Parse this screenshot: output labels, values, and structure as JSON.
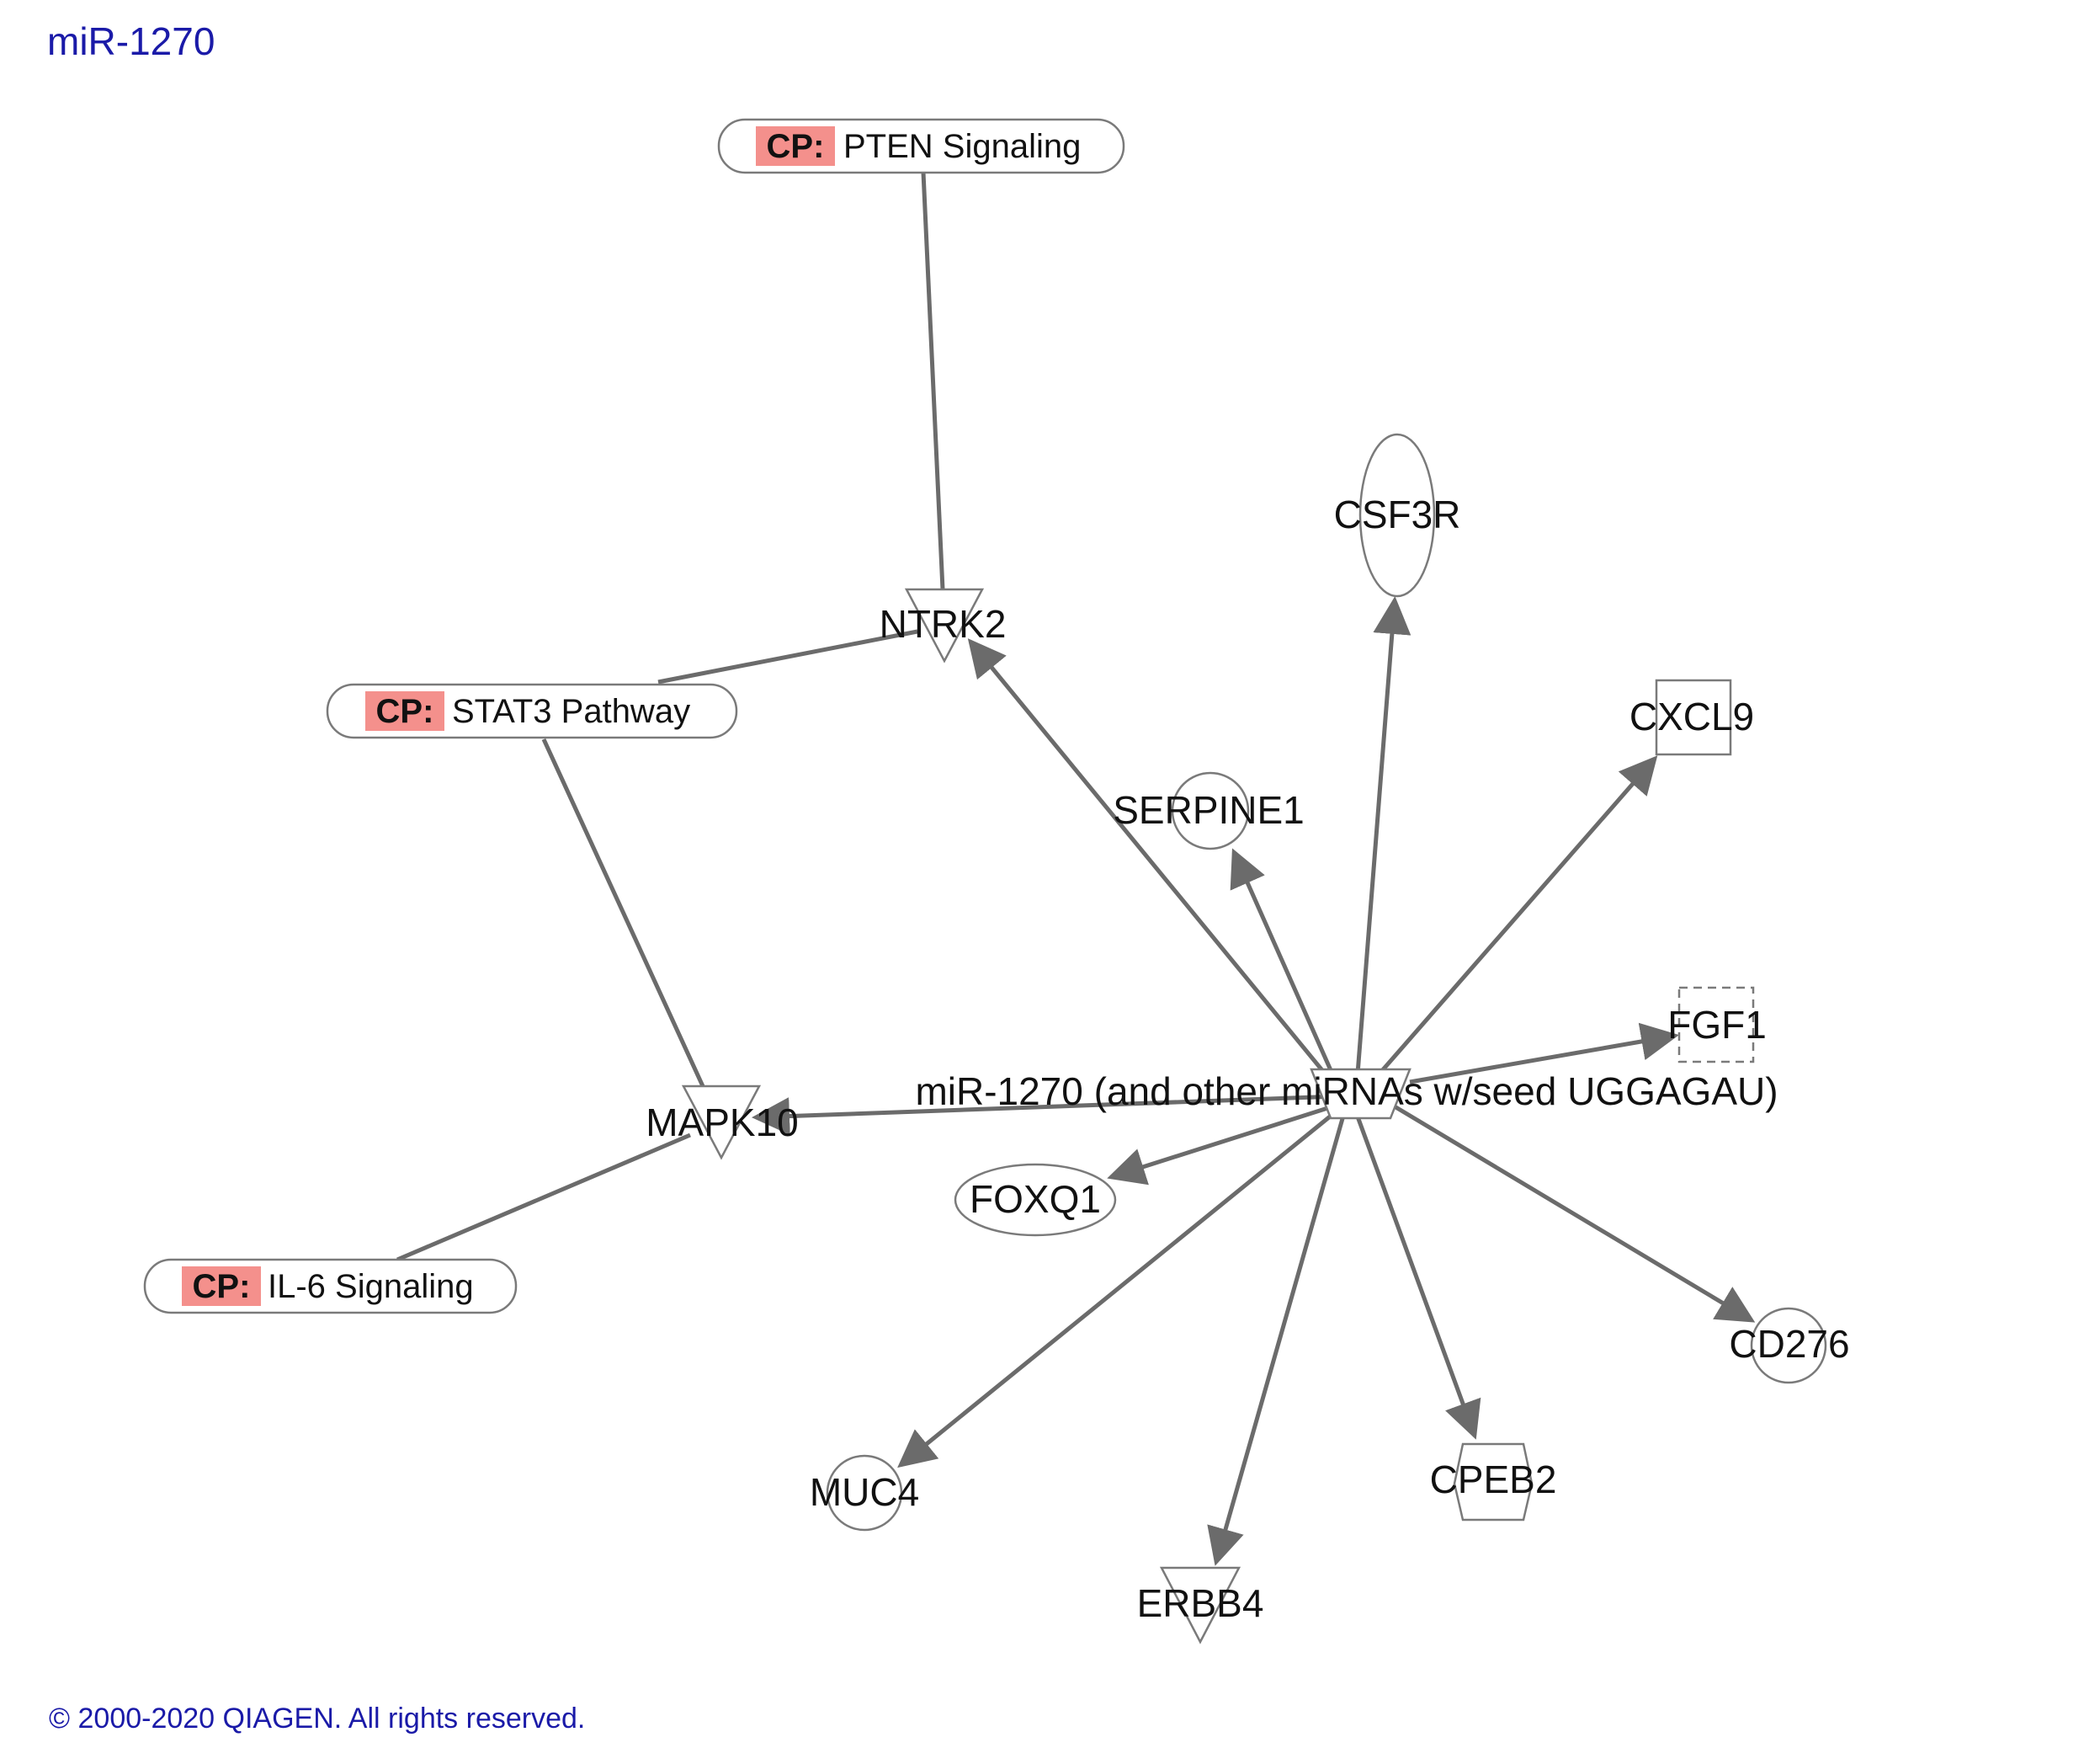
{
  "title": "miR-1270",
  "copyright": "© 2000-2020 QIAGEN. All rights reserved.",
  "colors": {
    "edge": "#6b6b6b",
    "node_stroke": "#7a7a7a",
    "cp_tag_fill": "#f4908c",
    "title": "#1a1aa8"
  },
  "nodes": {
    "mir": {
      "label": "miR-1270 (and other miRNAs w/seed UGGAGAU)",
      "shape": "trapezoid"
    },
    "ntrk2": {
      "label": "NTRK2",
      "shape": "triangle-down"
    },
    "mapk10": {
      "label": "MAPK10",
      "shape": "triangle-down"
    },
    "csf3r": {
      "label": "CSF3R",
      "shape": "ellipse"
    },
    "cxcl9": {
      "label": "CXCL9",
      "shape": "square"
    },
    "serpine1": {
      "label": "SERPINE1",
      "shape": "circle"
    },
    "fgf1": {
      "label": "FGF1",
      "shape": "square-dashed"
    },
    "foxq1": {
      "label": "FOXQ1",
      "shape": "ellipse"
    },
    "cd276": {
      "label": "CD276",
      "shape": "circle"
    },
    "cpeb2": {
      "label": "CPEB2",
      "shape": "hexagon"
    },
    "muc4": {
      "label": "MUC4",
      "shape": "circle"
    },
    "erbb4": {
      "label": "ERBB4",
      "shape": "triangle-down"
    }
  },
  "pathways": {
    "pten": {
      "tag": "CP:",
      "label": "PTEN Signaling"
    },
    "stat3": {
      "tag": "CP:",
      "label": "STAT3 Pathway"
    },
    "il6": {
      "tag": "CP:",
      "label": "IL-6 Signaling"
    }
  },
  "edges": [
    {
      "from": "mir",
      "to": "ntrk2",
      "arrow": true
    },
    {
      "from": "mir",
      "to": "serpine1",
      "arrow": true
    },
    {
      "from": "mir",
      "to": "csf3r",
      "arrow": true
    },
    {
      "from": "mir",
      "to": "cxcl9",
      "arrow": true
    },
    {
      "from": "mir",
      "to": "fgf1",
      "arrow": true
    },
    {
      "from": "mir",
      "to": "mapk10",
      "arrow": true
    },
    {
      "from": "mir",
      "to": "foxq1",
      "arrow": true
    },
    {
      "from": "mir",
      "to": "cd276",
      "arrow": true
    },
    {
      "from": "mir",
      "to": "cpeb2",
      "arrow": true
    },
    {
      "from": "mir",
      "to": "erbb4",
      "arrow": true
    },
    {
      "from": "mir",
      "to": "muc4",
      "arrow": true
    },
    {
      "from": "pten",
      "to": "ntrk2",
      "arrow": false
    },
    {
      "from": "stat3",
      "to": "ntrk2",
      "arrow": false
    },
    {
      "from": "stat3",
      "to": "mapk10",
      "arrow": false
    },
    {
      "from": "il6",
      "to": "mapk10",
      "arrow": false
    }
  ]
}
